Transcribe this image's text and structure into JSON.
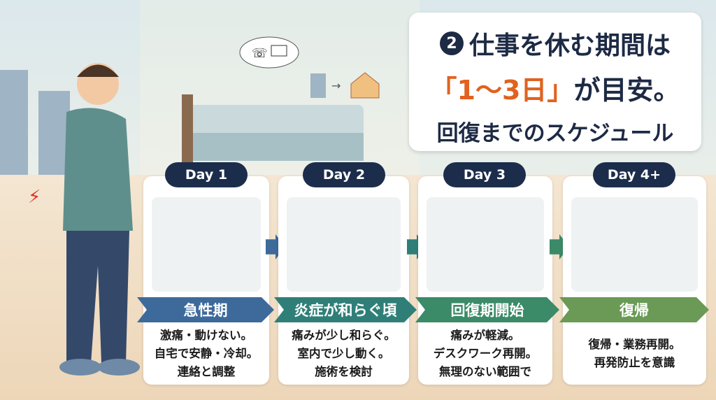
{
  "title": {
    "number": "2",
    "line1": "仕事を休む期間は",
    "line2_pre": "「1〜3日」",
    "line2_post": "が目安。",
    "line3": "回復までのスケジュール"
  },
  "colors": {
    "navy": "#1c2d4c",
    "accent": "#e0621f",
    "stage1": "#3d6a9a",
    "stage2": "#2f7f78",
    "stage3": "#3b8a68",
    "stage4": "#6a9a55"
  },
  "stages": [
    {
      "day": "Day 1",
      "label": "急性期",
      "desc": [
        "激痛・動けない。",
        "自宅で安静・冷却。",
        "連絡と調整"
      ]
    },
    {
      "day": "Day 2",
      "label": "炎症が和らぐ頃",
      "desc": [
        "痛みが少し和らぐ。",
        "室内で少し動く。",
        "施術を検討"
      ]
    },
    {
      "day": "Day 3",
      "label": "回復期開始",
      "desc": [
        "痛みが軽減。",
        "デスクワーク再開。",
        "無理のない範囲で"
      ]
    },
    {
      "day": "Day 4+",
      "label": "復帰",
      "desc": [
        "復帰・業務再開。",
        "再発防止を意識"
      ]
    }
  ]
}
